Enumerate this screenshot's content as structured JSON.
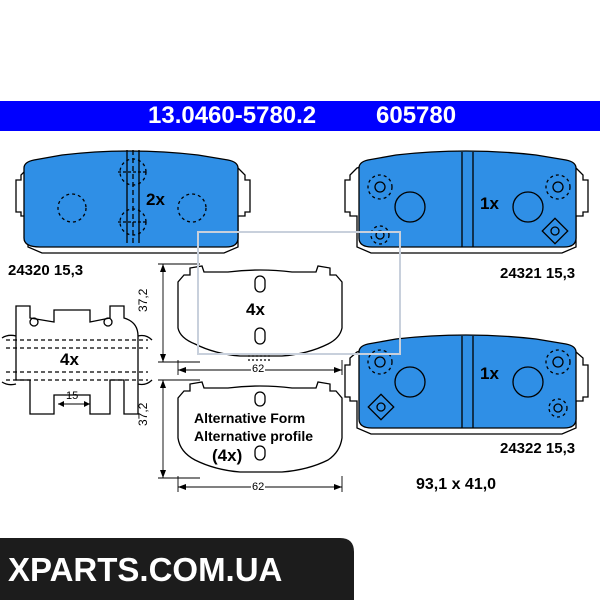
{
  "header": {
    "part_number": "13.0460-5780.2",
    "ref_number": "605780"
  },
  "pads": [
    {
      "label": "24320 15,3",
      "qty": "2x"
    },
    {
      "label": "24321 15,3",
      "qty": "1x"
    },
    {
      "label": "24322 15,3",
      "qty": "1x"
    }
  ],
  "clip": {
    "qty": "4x",
    "dim": "15"
  },
  "shim": {
    "qty": "4x",
    "height": "37,2",
    "width": "62"
  },
  "alt_shim": {
    "line1": "Alternative Form",
    "line2": "Alternative profile",
    "qty": "(4x)",
    "height": "37,2",
    "width": "62"
  },
  "size": "93,1 x 41,0",
  "watermark": "XPARTS.COM.UA",
  "colors": {
    "accent": "#0000ff",
    "pad_fill": "#2f8fe6",
    "banner": "#1a1a1a"
  }
}
